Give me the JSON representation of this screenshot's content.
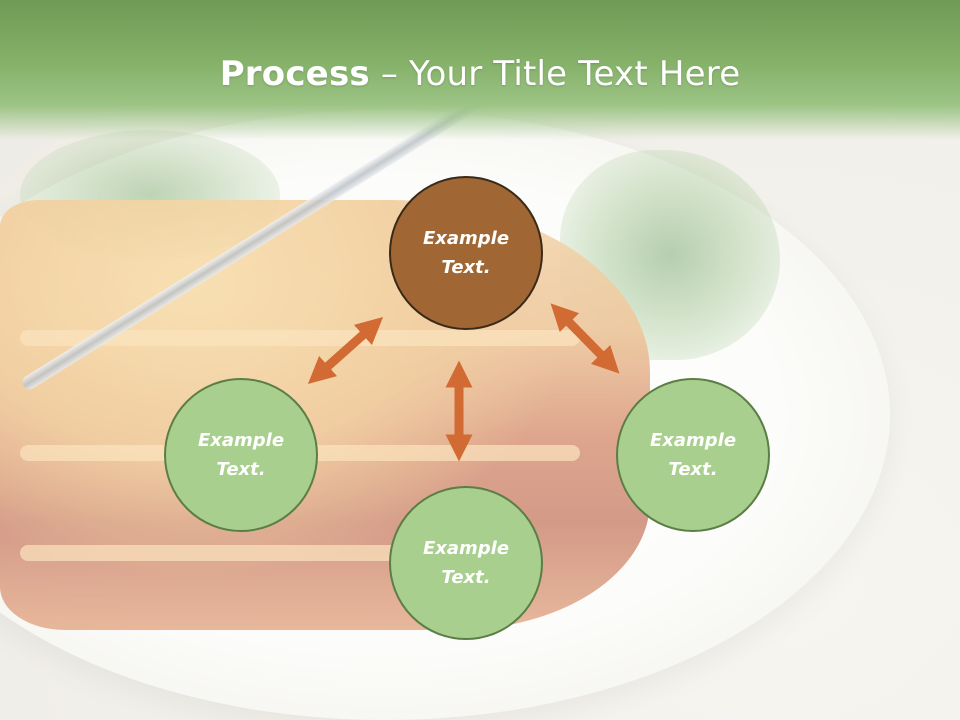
{
  "title": {
    "bold": "Process",
    "rest": " – Your Title Text Here"
  },
  "nodes": [
    {
      "label": "Example\nText.",
      "fill": "#a06734"
    },
    {
      "label": "Example\nText.",
      "fill": "#a9cf8e"
    },
    {
      "label": "Example\nText.",
      "fill": "#a9cf8e"
    },
    {
      "label": "Example\nText.",
      "fill": "#a9cf8e"
    }
  ],
  "colors": {
    "arrow": "#d26a33",
    "header": "#7ea863",
    "node_border": "#5b7e46"
  }
}
